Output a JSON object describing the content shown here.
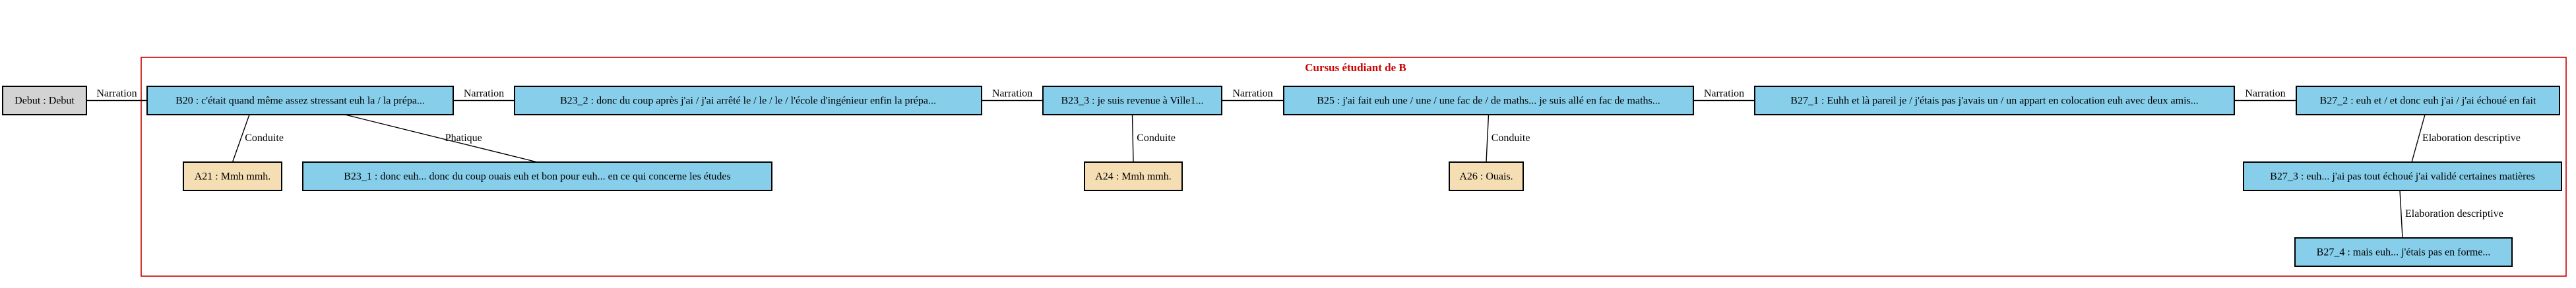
{
  "colors": {
    "debut_fill": "#d3d3d3",
    "student_fill": "#87ceeb",
    "other_fill": "#f5deb3",
    "cluster_stroke": "#cc0000"
  },
  "cluster": {
    "label": "Cursus étudiant de B"
  },
  "nodes": {
    "debut": {
      "label": "Debut : Debut",
      "kind": "debut"
    },
    "B20": {
      "label": "B20 : c'était quand même assez stressant euh la / la prépa...",
      "kind": "student"
    },
    "B23_2": {
      "label": "B23_2 : donc du coup après j'ai / j'ai arrêté le / le / le / l'école d'ingénieur enfin la prépa...",
      "kind": "student"
    },
    "B23_3": {
      "label": "B23_3 : je suis revenue à Ville1...",
      "kind": "student"
    },
    "B25": {
      "label": "B25 : j'ai fait euh une / une / une fac de / de maths... je suis allé en fac de maths...",
      "kind": "student"
    },
    "B27_1": {
      "label": "B27_1 : Euhh et là pareil je / j'étais pas j'avais un / un appart en colocation euh avec deux amis...",
      "kind": "student"
    },
    "B27_2": {
      "label": "B27_2 : euh et / et donc euh j'ai / j'ai échoué en fait",
      "kind": "student"
    },
    "A21": {
      "label": "A21 : Mmh mmh.",
      "kind": "other"
    },
    "B23_1": {
      "label": "B23_1 : donc euh... donc du coup ouais euh et bon pour euh... en ce qui concerne les études",
      "kind": "student"
    },
    "A24": {
      "label": "A24 : Mmh mmh.",
      "kind": "other"
    },
    "A26": {
      "label": "A26 : Ouais.",
      "kind": "other"
    },
    "B27_3": {
      "label": "B27_3 : euh... j'ai pas tout échoué j'ai validé certaines matières",
      "kind": "student"
    },
    "B27_4": {
      "label": "B27_4 : mais euh... j'étais pas en forme...",
      "kind": "student"
    }
  },
  "edges": [
    {
      "from": "debut",
      "to": "B20",
      "label": "Narration"
    },
    {
      "from": "B20",
      "to": "B23_2",
      "label": "Narration"
    },
    {
      "from": "B23_2",
      "to": "B23_3",
      "label": "Narration"
    },
    {
      "from": "B23_3",
      "to": "B25",
      "label": "Narration"
    },
    {
      "from": "B25",
      "to": "B27_1",
      "label": "Narration"
    },
    {
      "from": "B27_1",
      "to": "B27_2",
      "label": "Narration"
    },
    {
      "from": "B20",
      "to": "A21",
      "label": "Conduite"
    },
    {
      "from": "B20",
      "to": "B23_1",
      "label": "Phatique"
    },
    {
      "from": "B23_3",
      "to": "A24",
      "label": "Conduite"
    },
    {
      "from": "B25",
      "to": "A26",
      "label": "Conduite"
    },
    {
      "from": "B27_2",
      "to": "B27_3",
      "label": "Elaboration descriptive"
    },
    {
      "from": "B27_3",
      "to": "B27_4",
      "label": "Elaboration descriptive"
    }
  ]
}
